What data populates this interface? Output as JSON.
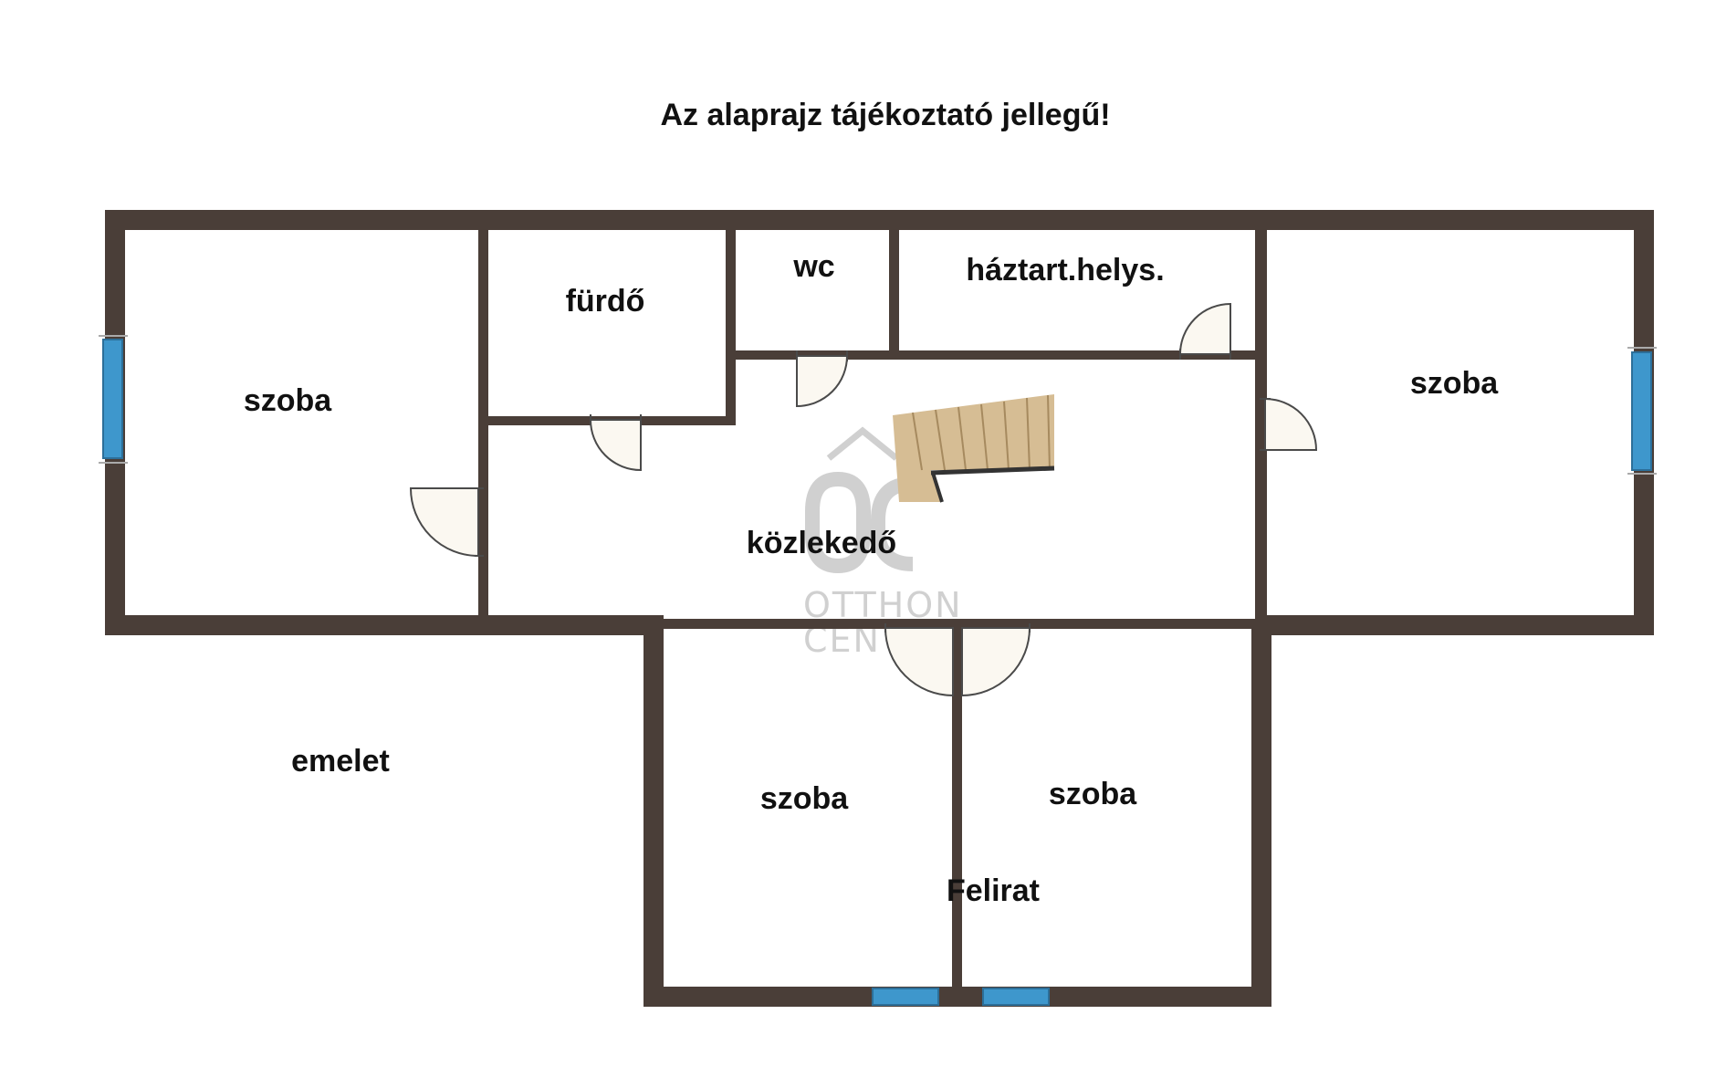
{
  "header": {
    "title": "Az alaprajz tájékoztató jellegű!"
  },
  "rooms": {
    "left_room": "szoba",
    "bathroom": "fürdő",
    "toilet": "wc",
    "utility": "háztart.helys.",
    "right_room": "szoba",
    "hallway": "közlekedő",
    "bottom_left_room": "szoba",
    "bottom_right_room": "szoba"
  },
  "labels": {
    "floor": "emelet",
    "caption": "Felirat"
  },
  "watermark": {
    "line1": "OTTHON",
    "line2": "CENTRUM"
  },
  "colors": {
    "wall": "#4a3e38",
    "window": "#3e97cc",
    "door": "#fbf8f1",
    "stairs": "#d6bd94",
    "watermark": "#c8c8c8"
  }
}
